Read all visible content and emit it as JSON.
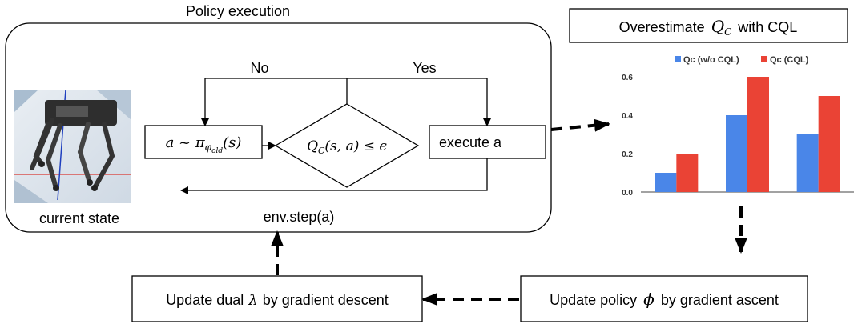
{
  "policy_box": {
    "title": "Policy execution",
    "current_state_label": "current state",
    "env_step_label": "env.step(a)",
    "no_label": "No",
    "yes_label": "Yes",
    "action_box": {
      "prefix": "a ~ π",
      "sub": "φ",
      "subsub": "old",
      "suffix": "(s)"
    },
    "decision": {
      "q": "Q",
      "sub": "C",
      "rest": "(s, a) ≤ ϵ"
    },
    "execute_label": "execute a"
  },
  "overestimate_box": {
    "prefix": "Overestimate",
    "q": "Q",
    "sub": "C",
    "suffix": "with CQL"
  },
  "update_policy_box": {
    "prefix": "Update policy",
    "symbol": "ϕ",
    "suffix": "by gradient ascent"
  },
  "update_dual_box": {
    "prefix": "Update dual",
    "symbol": "λ",
    "suffix": "by gradient descent"
  },
  "chart_data": {
    "type": "bar",
    "categories": [
      "",
      "",
      ""
    ],
    "series": [
      {
        "name": "Qc (w/o CQL)",
        "values": [
          0.1,
          0.4,
          0.3
        ],
        "color": "#4a86e8"
      },
      {
        "name": "Qc (CQL)",
        "values": [
          0.2,
          0.6,
          0.5
        ],
        "color": "#ea4335"
      }
    ],
    "yticks": [
      "0.0",
      "0.2",
      "0.4",
      "0.6"
    ],
    "ylim": [
      0,
      0.6
    ],
    "legend_position": "top",
    "grid": false
  },
  "colors": {
    "w_o_cql": "#4a86e8",
    "cql": "#ea4335"
  }
}
